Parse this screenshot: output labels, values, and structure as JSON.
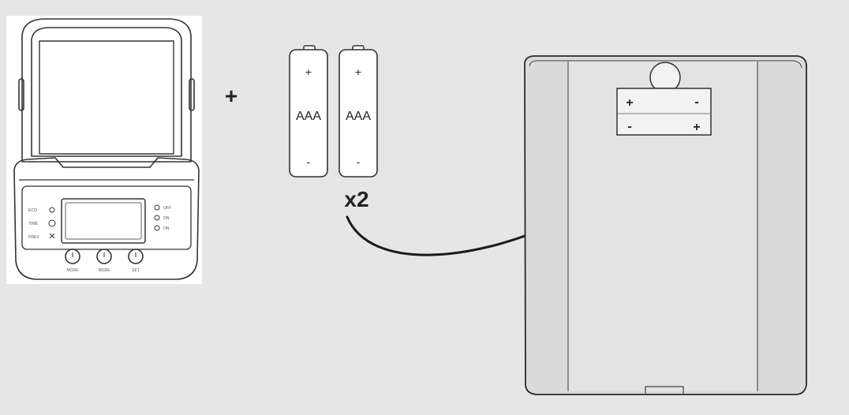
{
  "plus_sign": "+",
  "batteries": [
    {
      "positive": "+",
      "type": "AAA",
      "negative": "-"
    },
    {
      "positive": "+",
      "type": "AAA",
      "negative": "-"
    }
  ],
  "quantity": "x2",
  "compartment": {
    "top_left": "+",
    "top_right": "-",
    "bottom_left": "-",
    "bottom_right": "+"
  },
  "device": {
    "left_labels": [
      "ECO",
      "TIME",
      "PREV"
    ],
    "right_labels": [
      "OFF",
      "ON",
      "ON"
    ],
    "button_labels": [
      "MODE",
      "MODE",
      "SET"
    ]
  }
}
